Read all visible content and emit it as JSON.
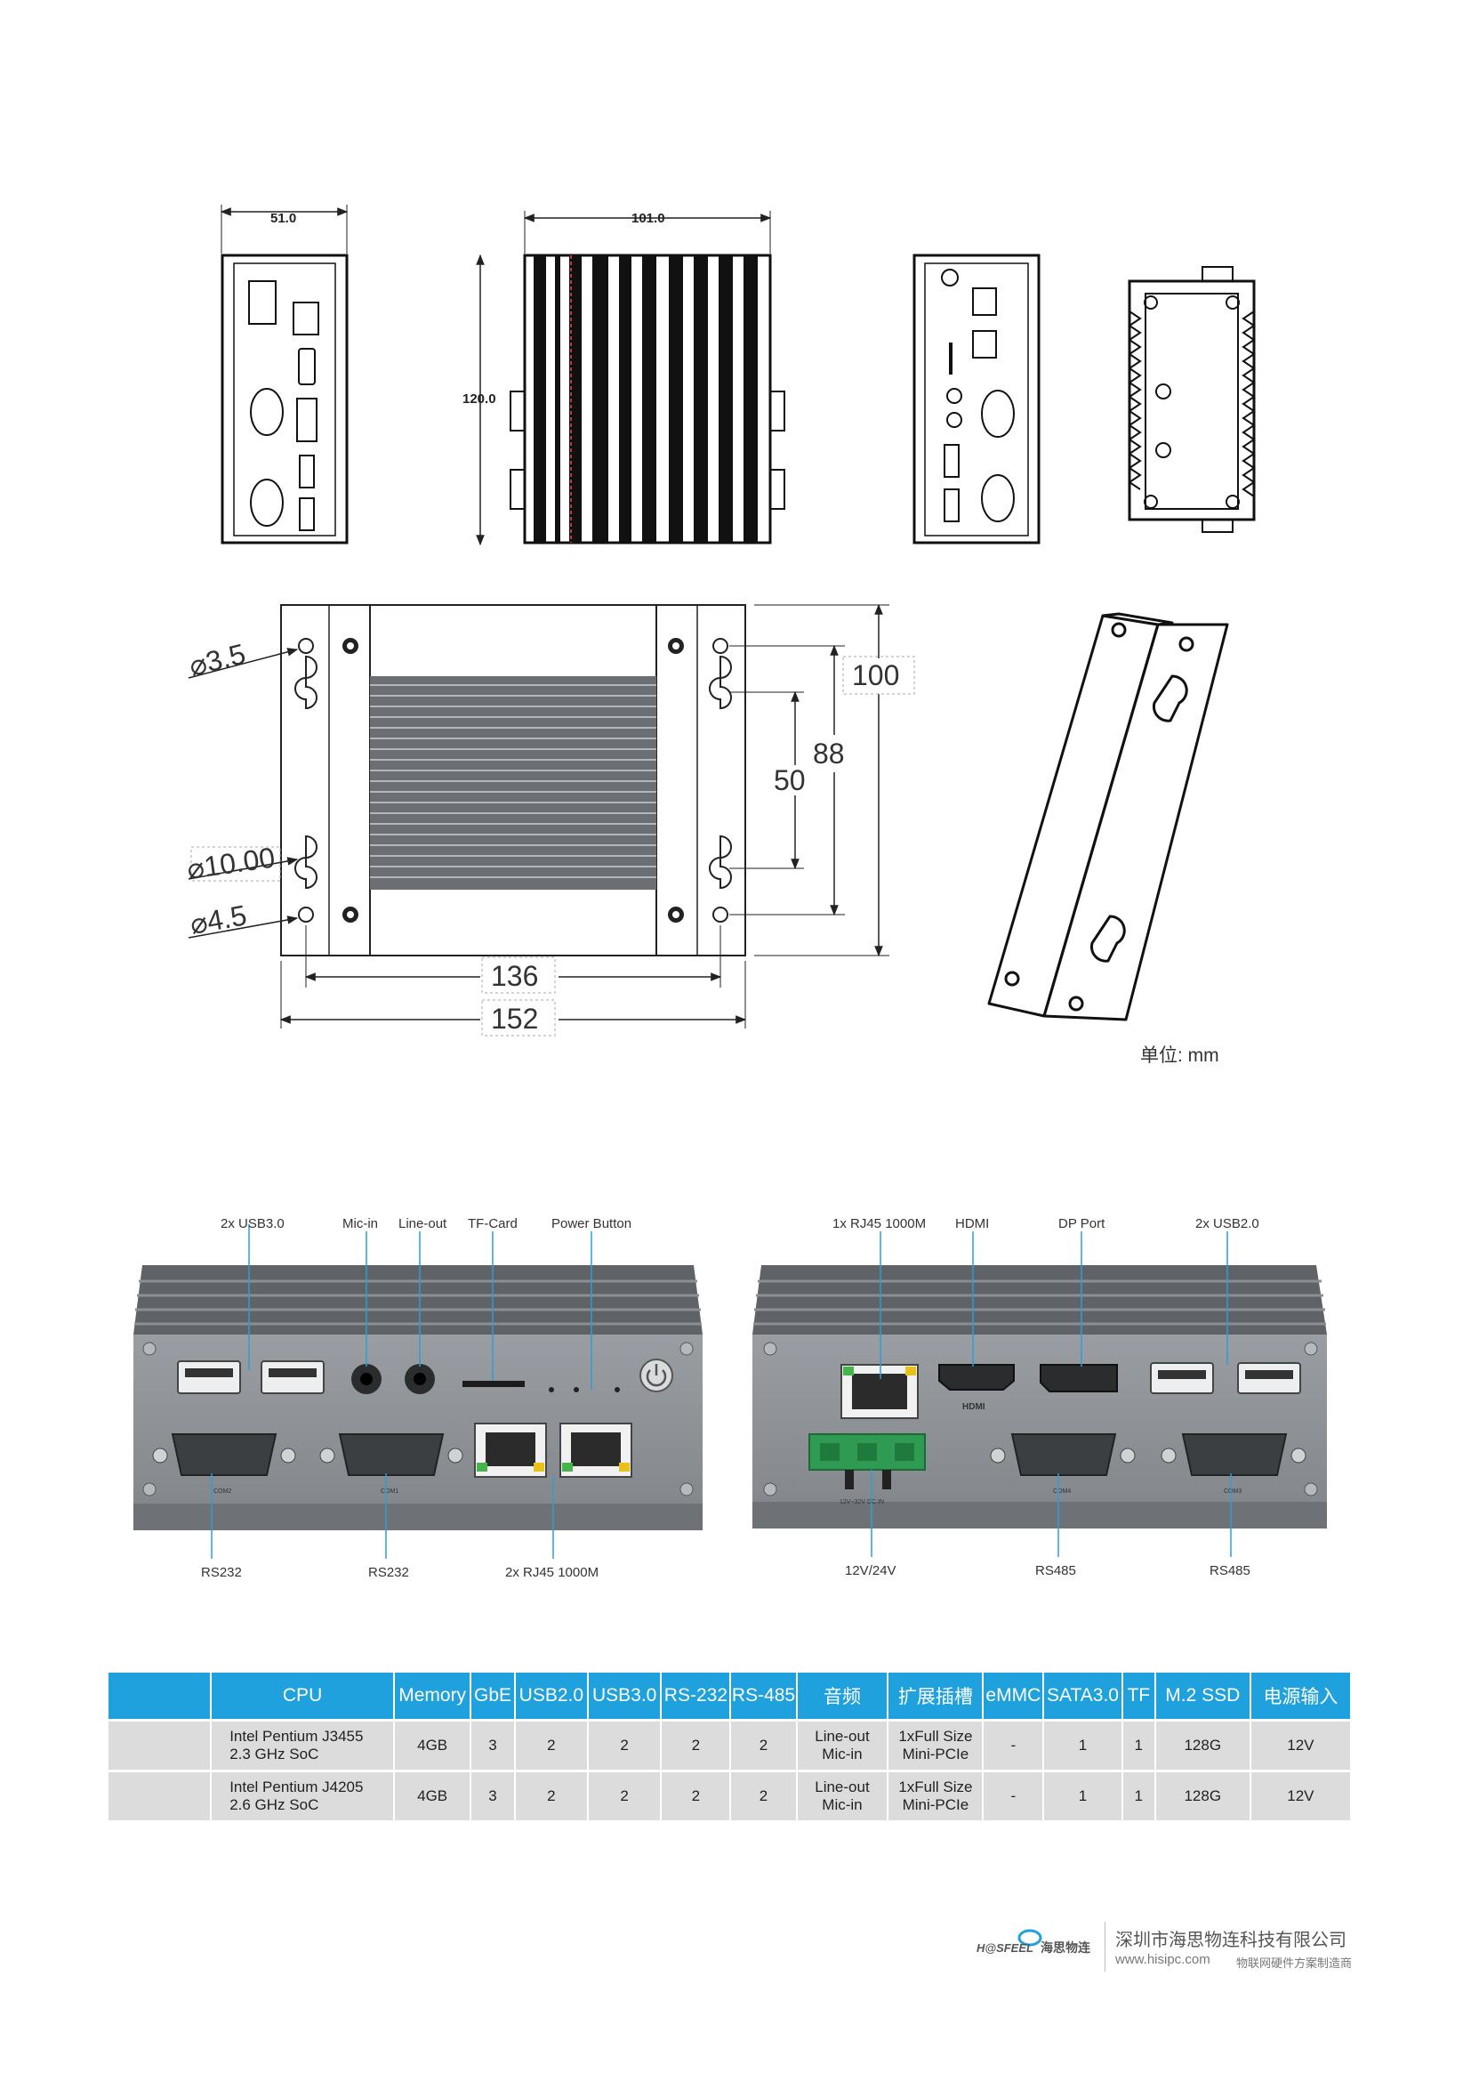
{
  "drawing": {
    "dims_top": {
      "front_width": "51.0",
      "side_width": "101.0",
      "side_height": "120.0"
    },
    "dims_plate": {
      "hole_d1": "⌀3.5",
      "hole_d2": "⌀10.00",
      "hole_d3": "⌀4.5",
      "h_inner": "136",
      "h_outer": "152",
      "v_small": "50",
      "v_mid": "88",
      "v_outer": "100"
    },
    "units_label": "单位: mm"
  },
  "photos": {
    "front_callouts_top": [
      "2x USB3.0",
      "Mic-in",
      "Line-out",
      "TF-Card",
      "Power Button"
    ],
    "front_callouts_bottom": [
      "RS232",
      "RS232",
      "2x RJ45 1000M"
    ],
    "front_port_labels": {
      "com_left": "COM2",
      "com_right": "COM1"
    },
    "rear_callouts_top": [
      "1x RJ45 1000M",
      "HDMI",
      "DP Port",
      "2x USB2.0"
    ],
    "rear_callouts_bottom": [
      "12V/24V",
      "RS485",
      "RS485"
    ],
    "rear_port_labels": {
      "com_left": "COM4",
      "com_right": "COM3",
      "power": "12V~32V DC IN",
      "hdmi": "HDMI"
    }
  },
  "spec_table": {
    "headers": [
      "CPU",
      "Memory",
      "GbE",
      "USB2.0",
      "USB3.0",
      "RS-232",
      "RS-485",
      "音频",
      "扩展插槽",
      "eMMC",
      "SATA3.0",
      "TF",
      "M.2 SSD",
      "电源输入"
    ],
    "rows": [
      {
        "cpu_line1": "Intel Pentium J3455",
        "cpu_line2": "2.3 GHz SoC",
        "memory": "4GB",
        "gbe": "3",
        "usb2": "2",
        "usb3": "2",
        "rs232": "2",
        "rs485": "2",
        "audio_line1": "Line-out",
        "audio_line2": "Mic-in",
        "slot_line1": "1xFull Size",
        "slot_line2": "Mini-PCIe",
        "emmc": "-",
        "sata": "1",
        "tf": "1",
        "ssd": "128G",
        "power": "12V"
      },
      {
        "cpu_line1": "Intel Pentium J4205",
        "cpu_line2": "2.6 GHz SoC",
        "memory": "4GB",
        "gbe": "3",
        "usb2": "2",
        "usb3": "2",
        "rs232": "2",
        "rs485": "2",
        "audio_line1": "Line-out",
        "audio_line2": "Mic-in",
        "slot_line1": "1xFull Size",
        "slot_line2": "Mini-PCIe",
        "emmc": "-",
        "sata": "1",
        "tf": "1",
        "ssd": "128G",
        "power": "12V"
      }
    ]
  },
  "footer": {
    "logo_text": "H@SFEEL",
    "logo_cn": "海思物连",
    "company": "深圳市海思物连科技有限公司",
    "url": "www.hisipc.com",
    "slogan": "物联网硬件方案制造商"
  },
  "colors": {
    "table_header": "#1fa1dd",
    "table_row": "#dcdcdc",
    "device_gray": "#8e9296",
    "terminal_green": "#2f9a52"
  }
}
